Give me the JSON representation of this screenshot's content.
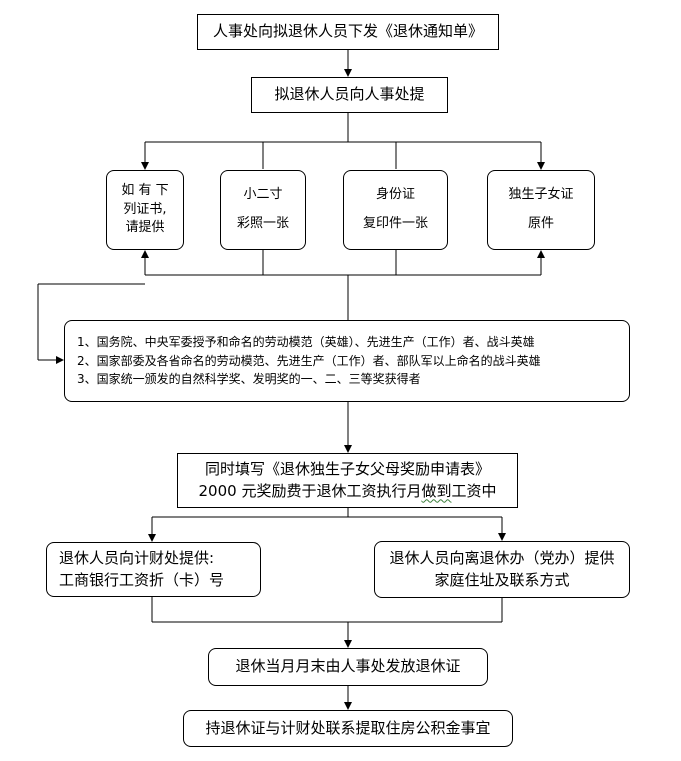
{
  "steps": {
    "notice": "人事处向拟退休人员下发《退休通知单》",
    "submit": "拟退休人员向人事处提",
    "cert": [
      "如 有 下",
      "列证书,",
      "请提供"
    ],
    "photo": [
      "小二寸",
      "彩照一张"
    ],
    "id": [
      "身份证",
      "复印件一张"
    ],
    "child": [
      "独生子女证",
      "原件"
    ],
    "awards": [
      "1、国务院、中央军委授予和命名的劳动模范（英雄）、先进生产（工作）者、战斗英雄",
      "2、国家部委及各省命名的劳动模范、先进生产（工作）者、部队军以上命名的战斗英雄",
      "3、国家统一颁发的自然科学奖、发明奖的一、二、三等奖获得者"
    ],
    "apply_line1": "同时填写《退休独生子女父母奖励申请表》",
    "apply_line2_a": "2000 元奖励费于退休工资执行月",
    "apply_line2_b": "做到",
    "apply_line2_c": "工资中",
    "finance": [
      "退休人员向计财处提供:",
      "工商银行工资折（卡）号"
    ],
    "office": [
      "退休人员向离退休办（党办）提供",
      "家庭住址及联系方式"
    ],
    "certificate": "退休当月月末由人事处发放退休证",
    "fund": "持退休证与计财处联系提取住房公积金事宜"
  }
}
